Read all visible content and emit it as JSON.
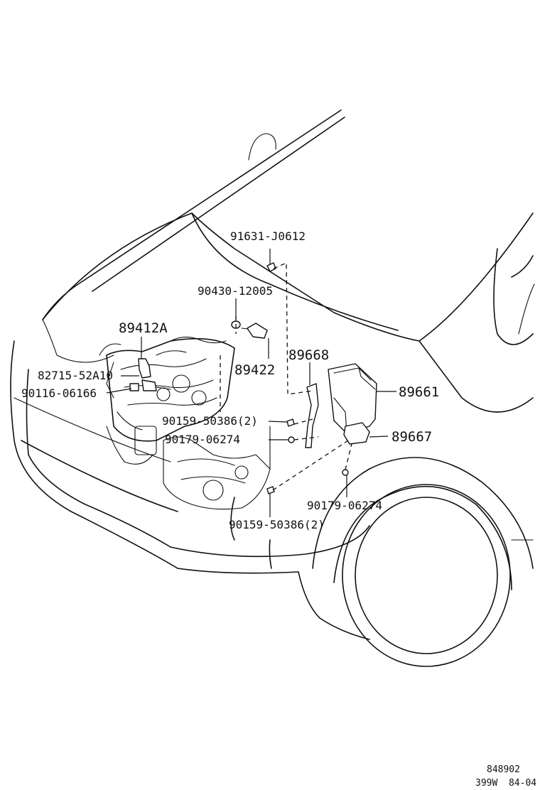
{
  "labels": {
    "p91631": "91631-J0612",
    "p90430": "90430-12005",
    "p89412A": "89412A",
    "p89422": "89422",
    "p89668": "89668",
    "p82715": "82715-52A10",
    "p90116": "90116-06166",
    "p89661": "89661",
    "p90159a": "90159-50386(2)",
    "p90179a": "90179-06274",
    "p89667": "89667",
    "p90179b": "90179-06274",
    "p90159b": "90159-50386(2)"
  },
  "footer": {
    "code_top": "848902",
    "code_bottom": "399W  84-04"
  }
}
